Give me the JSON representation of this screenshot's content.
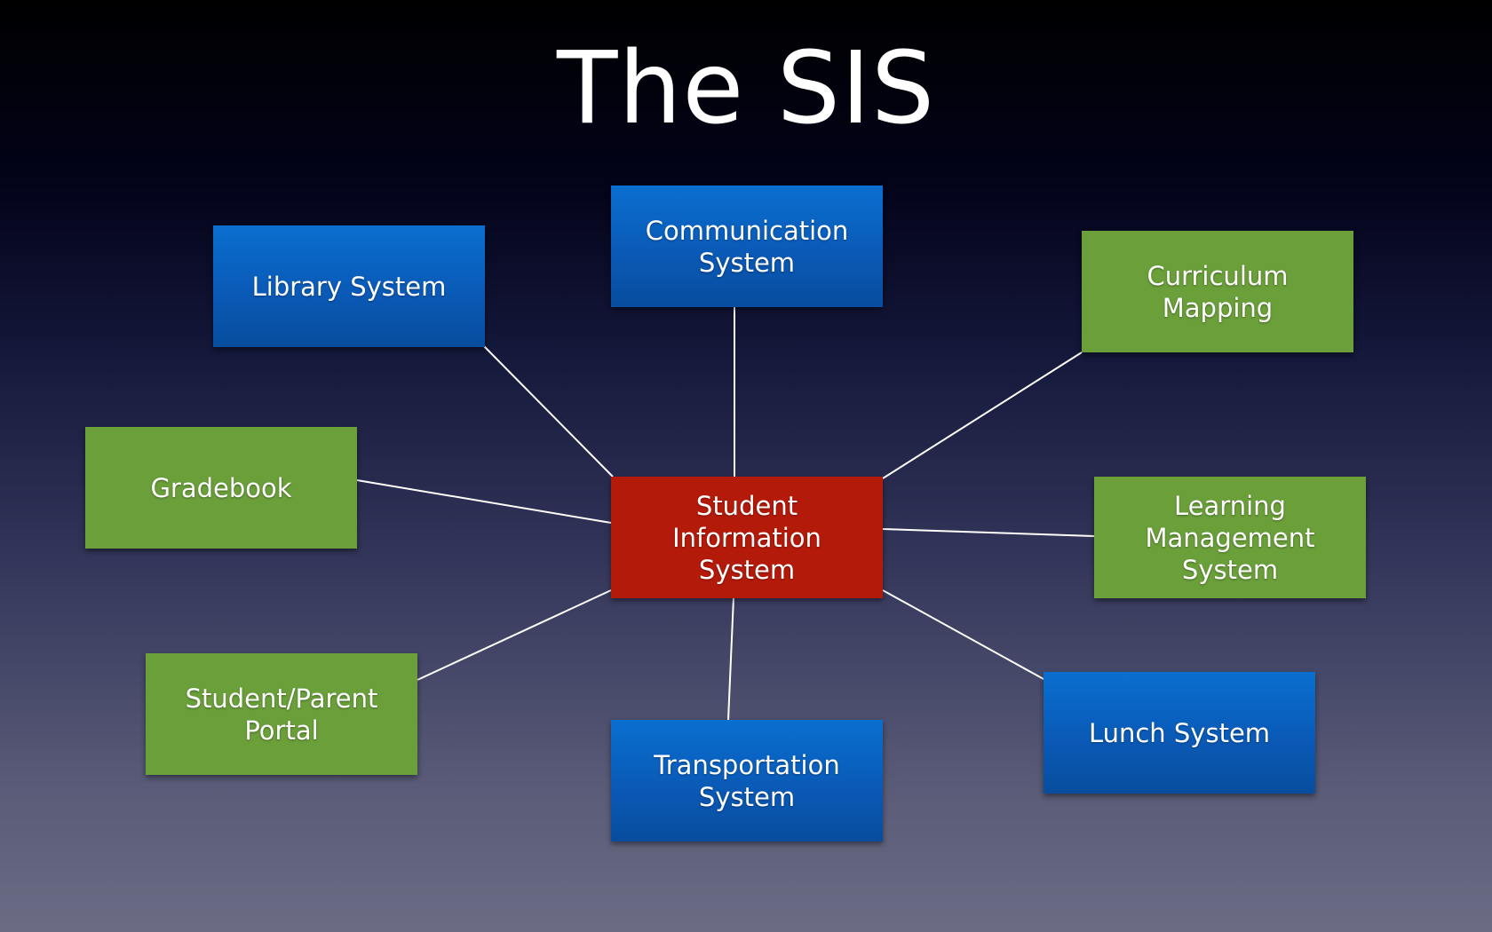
{
  "title": "The SIS",
  "colors": {
    "hub": "#b41a0a",
    "blue_system": "#0a5fc0",
    "green_system": "#6a9f3a",
    "connector": "#ffffff"
  },
  "hub": {
    "label": "Student Information\nSystem",
    "color": "red"
  },
  "systems": [
    {
      "id": "library",
      "label": "Library System",
      "color": "blue"
    },
    {
      "id": "communication",
      "label": "Communication\nSystem",
      "color": "blue"
    },
    {
      "id": "curriculum",
      "label": "Curriculum Mapping",
      "color": "green"
    },
    {
      "id": "gradebook",
      "label": "Gradebook",
      "color": "green"
    },
    {
      "id": "lms",
      "label": "Learning Management\nSystem",
      "color": "green"
    },
    {
      "id": "portal",
      "label": "Student/Parent Portal",
      "color": "green"
    },
    {
      "id": "transportation",
      "label": "Transportation System",
      "color": "blue"
    },
    {
      "id": "lunch",
      "label": "Lunch System",
      "color": "blue"
    }
  ]
}
